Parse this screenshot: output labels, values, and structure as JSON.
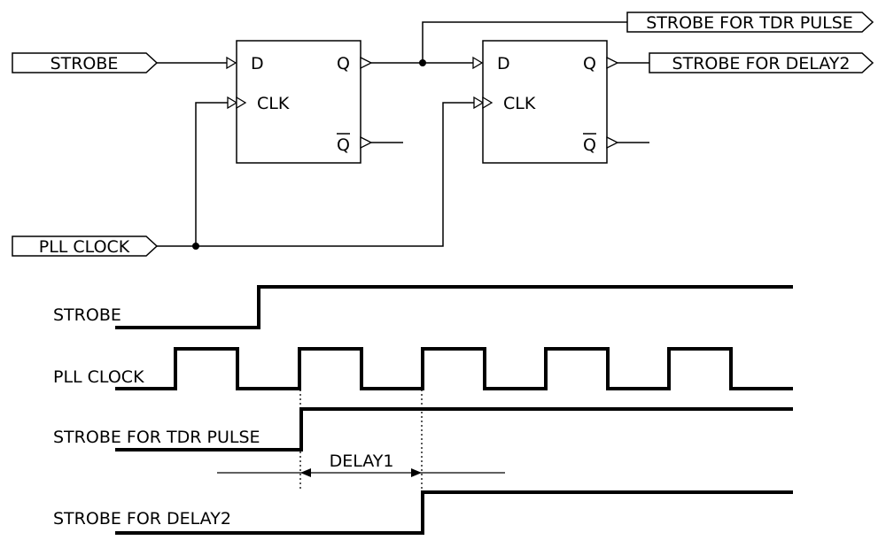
{
  "schematic": {
    "inputs": {
      "strobe": "STROBE",
      "pll_clock": "PLL CLOCK"
    },
    "outputs": {
      "tdr_pulse": "STROBE FOR TDR PULSE",
      "delay2": "STROBE FOR DELAY2"
    },
    "flipflop": {
      "d": "D",
      "q": "Q",
      "clk": "CLK",
      "qbar": "Q"
    }
  },
  "timing": {
    "signals": {
      "strobe": "STROBE",
      "pll_clock": "PLL CLOCK",
      "tdr_pulse": "STROBE FOR TDR PULSE",
      "delay2": "STROBE FOR DELAY2"
    },
    "delay_label": "DELAY1"
  }
}
